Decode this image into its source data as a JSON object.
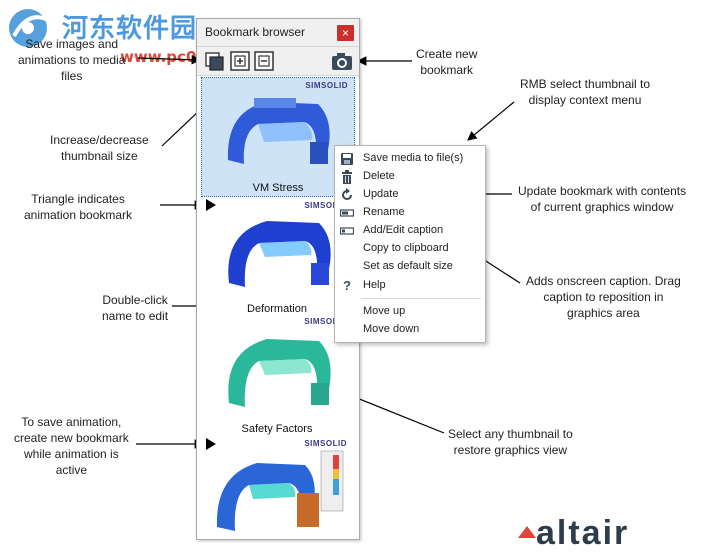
{
  "watermark": {
    "site_name": "河东软件园",
    "url": "www.pc0359.cn"
  },
  "annotations": {
    "save_media": "Save images and\nanimations to media\nfiles",
    "create_bookmark": "Create new\nbookmark",
    "rmb_select": "RMB select thumbnail to\ndisplay context menu",
    "thumb_size": "Increase/decrease\nthumbnail size",
    "triangle": "Triangle indicates\nanimation bookmark",
    "update_contents": "Update bookmark with contents\nof current graphics window",
    "onscreen_caption": "Adds onscreen caption. Drag\ncaption to reposition in\ngraphics area",
    "double_click": "Double-click\nname to edit",
    "select_thumbnail": "Select any thumbnail to\nrestore graphics view",
    "save_animation": "To save animation,\ncreate new bookmark\nwhile animation is\nactive"
  },
  "panel": {
    "title": "Bookmark browser",
    "close_glyph": "×",
    "thumbnails": [
      {
        "caption": "VM Stress",
        "logo": "SIMSOLID",
        "color_a": "#2f5bd8",
        "color_b": "#7fb6ff"
      },
      {
        "caption": "Deformation",
        "logo": "SIMSOLID",
        "color_a": "#1f3fd0",
        "color_b": "#4db7ff"
      },
      {
        "caption": "Safety Factors",
        "logo": "SIMSOLID",
        "color_a": "#2bb89a",
        "color_b": "#6fe0c4"
      },
      {
        "caption": "",
        "logo": "SIMSOLID",
        "color_a": "#2a66d6",
        "color_b": "#2fd0c8"
      }
    ]
  },
  "context_menu": {
    "items": [
      {
        "label": "Save media to file(s)",
        "icon": "save-icon"
      },
      {
        "label": "Delete",
        "icon": "trash-icon"
      },
      {
        "label": "Update",
        "icon": "refresh-icon"
      },
      {
        "label": "Rename",
        "icon": "rename-icon"
      },
      {
        "label": "Add/Edit caption",
        "icon": "caption-icon"
      },
      {
        "label": "Copy to clipboard",
        "icon": ""
      },
      {
        "label": "Set as default size",
        "icon": ""
      },
      {
        "label": "Help",
        "icon": "help-icon"
      },
      {
        "label": "Move up",
        "icon": ""
      },
      {
        "label": "Move down",
        "icon": ""
      }
    ]
  },
  "brand_fragment": "altair",
  "colors": {
    "accent": "#2c6fb8",
    "close": "#c9302c",
    "brand_red": "#e0453a"
  }
}
